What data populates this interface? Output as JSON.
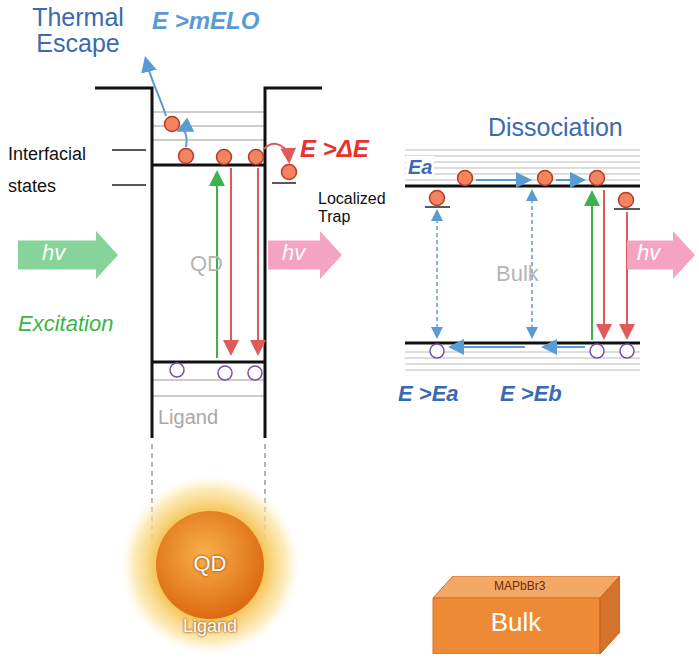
{
  "diagram": {
    "nodes": [
      {
        "text": [
          "hv"
        ]
      },
      {
        "text": [
          "hv"
        ]
      },
      {
        "text": [
          "hv"
        ]
      },
      {
        "text": [
          "QD",
          "Ligand"
        ]
      },
      {
        "text": [
          "MAPbBr3",
          "Bulk"
        ]
      }
    ],
    "labels": [
      "Thermal Escape",
      "E >mELO",
      "E >ΔE",
      "Interfacial states",
      "QD",
      "Excitation",
      "Ligand",
      "Dissociation",
      "Ea",
      "Localized Trap",
      "Bulk",
      "E >Ea",
      "E >Eb"
    ]
  }
}
